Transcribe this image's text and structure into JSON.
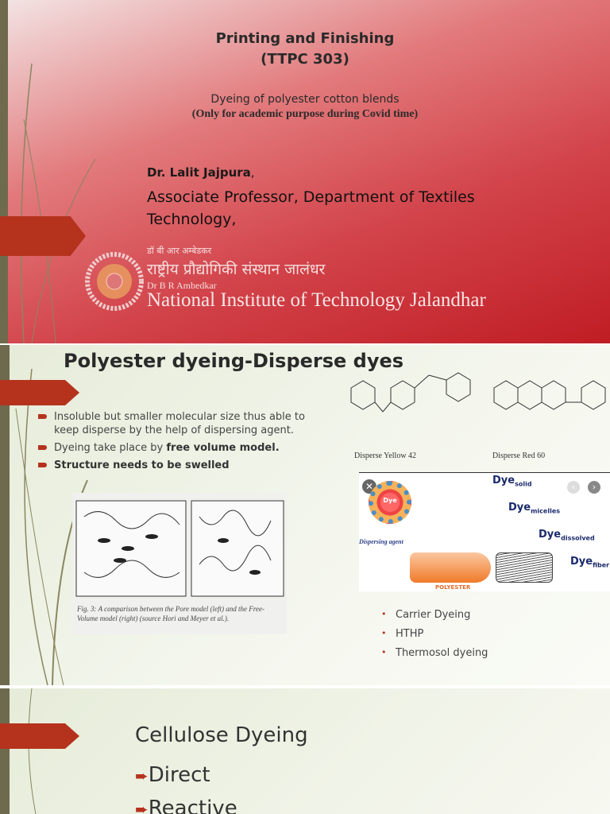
{
  "slide1": {
    "course_title": "Printing and Finishing",
    "course_code": "(TTPC 303)",
    "topic": "Dyeing of polyester cotton blends",
    "note": "(Only for academic purpose during Covid time)",
    "author": "Dr. Lalit Jajpura",
    "author_suffix": ",",
    "designation_line1": "Associate Professor, Department of Textiles",
    "designation_line2": "Technology,",
    "logo": {
      "hindi_line1": "डॉ बी आर अम्बेडकर",
      "hindi_line2": "राष्ट्रीय प्रौद्योगिकी संस्थान जालंधर",
      "english_line1": "Dr B R Ambedkar",
      "english_line2": "National Institute of Technology Jalandhar"
    }
  },
  "slide2": {
    "title": "Polyester dyeing-Disperse dyes",
    "bullets": [
      {
        "text": "Insoluble but smaller molecular size thus able to keep disperse by the help of dispersing agent."
      },
      {
        "text": "Dyeing take place by ",
        "bold": "free volume model",
        "after": "."
      },
      {
        "bold": "Structure needs to be swelled"
      }
    ],
    "structures": [
      "Disperse Yellow 42",
      "Disperse Red 60"
    ],
    "figure_caption": "Fig. 3: A comparison between the Pore model (left) and the Free-Volume model (right) (source Hori and Meyer et al.).",
    "diagram": {
      "dye": "Dye",
      "dispersing_agent": "Dispersing agent",
      "polyester": "POLYESTER",
      "states": [
        [
          "Dye",
          "solid"
        ],
        [
          "Dye",
          "micelles"
        ],
        [
          "Dye",
          "dissolved"
        ],
        [
          "Dye",
          "fiber"
        ]
      ]
    },
    "methods": [
      "Carrier Dyeing",
      "HTHP",
      "Thermosol dyeing"
    ]
  },
  "slide3": {
    "title": "Cellulose Dyeing",
    "items": [
      "Direct",
      "Reactive"
    ]
  },
  "colors": {
    "accent": "#b5331d",
    "sidebar": "#6e6a4e",
    "title_red": "#c01d24"
  }
}
